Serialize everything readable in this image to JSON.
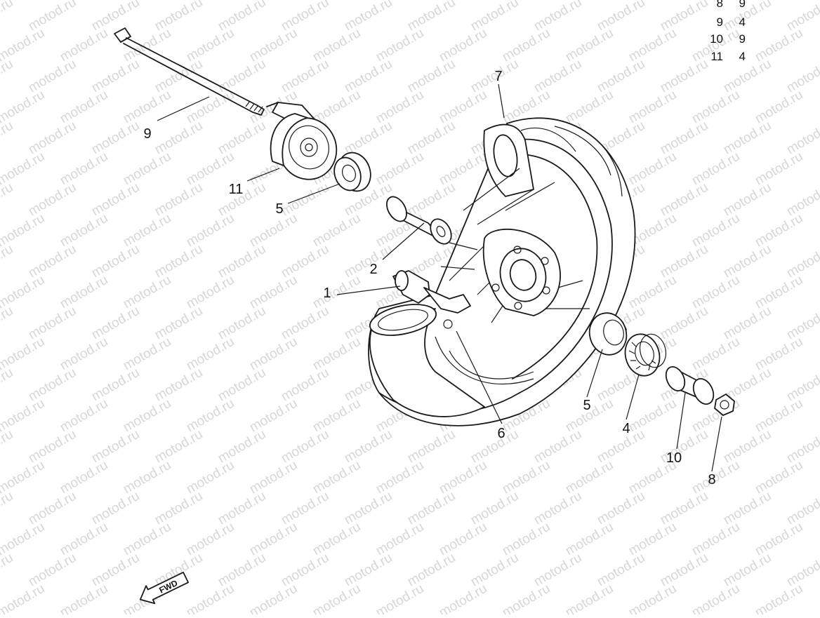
{
  "watermark": "motod.ru",
  "qty_table": [
    {
      "part": "8",
      "qty": "9"
    },
    {
      "part": "9",
      "qty": "4"
    },
    {
      "part": "10",
      "qty": "9"
    },
    {
      "part": "11",
      "qty": "4"
    }
  ],
  "callouts": {
    "c1": "1",
    "c2": "2",
    "c4": "4",
    "c5a": "5",
    "c5b": "5",
    "c6": "6",
    "c7": "7",
    "c8": "8",
    "c9": "9",
    "c10": "10",
    "c11": "11"
  },
  "direction_label": "FWD"
}
